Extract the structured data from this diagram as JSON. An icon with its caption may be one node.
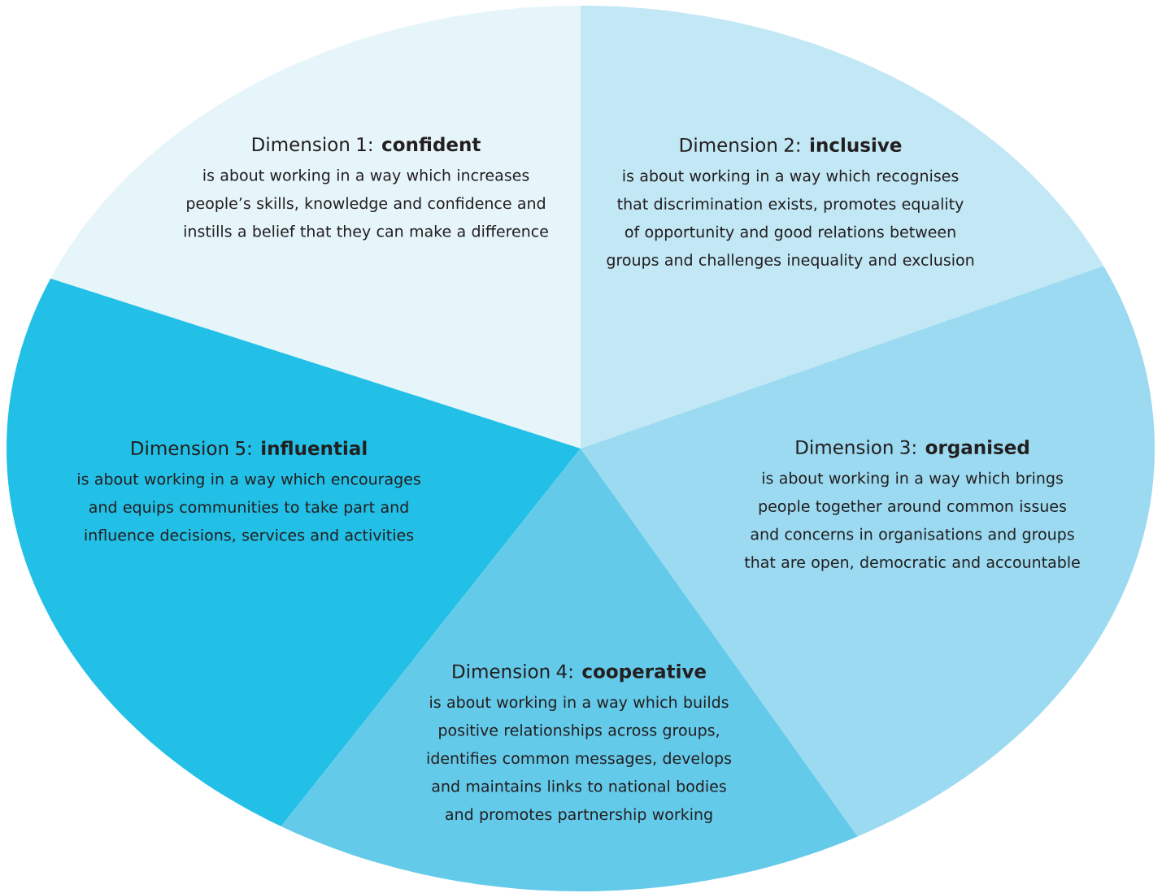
{
  "diagram": {
    "nodes": [
      {
        "text": [
          "Dimension 1: **confident**",
          "is about working in a way which increases people’s skills, knowledge and confidence and instills a belief that they can make a difference"
        ]
      },
      {
        "text": [
          "Dimension 2: **inclusive**",
          "is about working in a way which recognises that discrimination exists, promotes equality of opportunity and good relations between groups and challenges inequality and exclusion"
        ]
      },
      {
        "text": [
          "Dimension 3: **organised**",
          "is about working in a way which brings people together around common issues and concerns in organisations and groups that are open, democratic and accountable"
        ]
      },
      {
        "text": [
          "Dimension 4: **cooperative**",
          "is about working in a way which builds positive relationships across groups, identifies common messages, develops and maintains links to national bodies and promotes partnership working"
        ]
      },
      {
        "text": [
          "Dimension 5: **influential**",
          "is about working in a way which encourages and equips communities to take part and influence decisions, services and activities"
        ]
      }
    ]
  }
}
